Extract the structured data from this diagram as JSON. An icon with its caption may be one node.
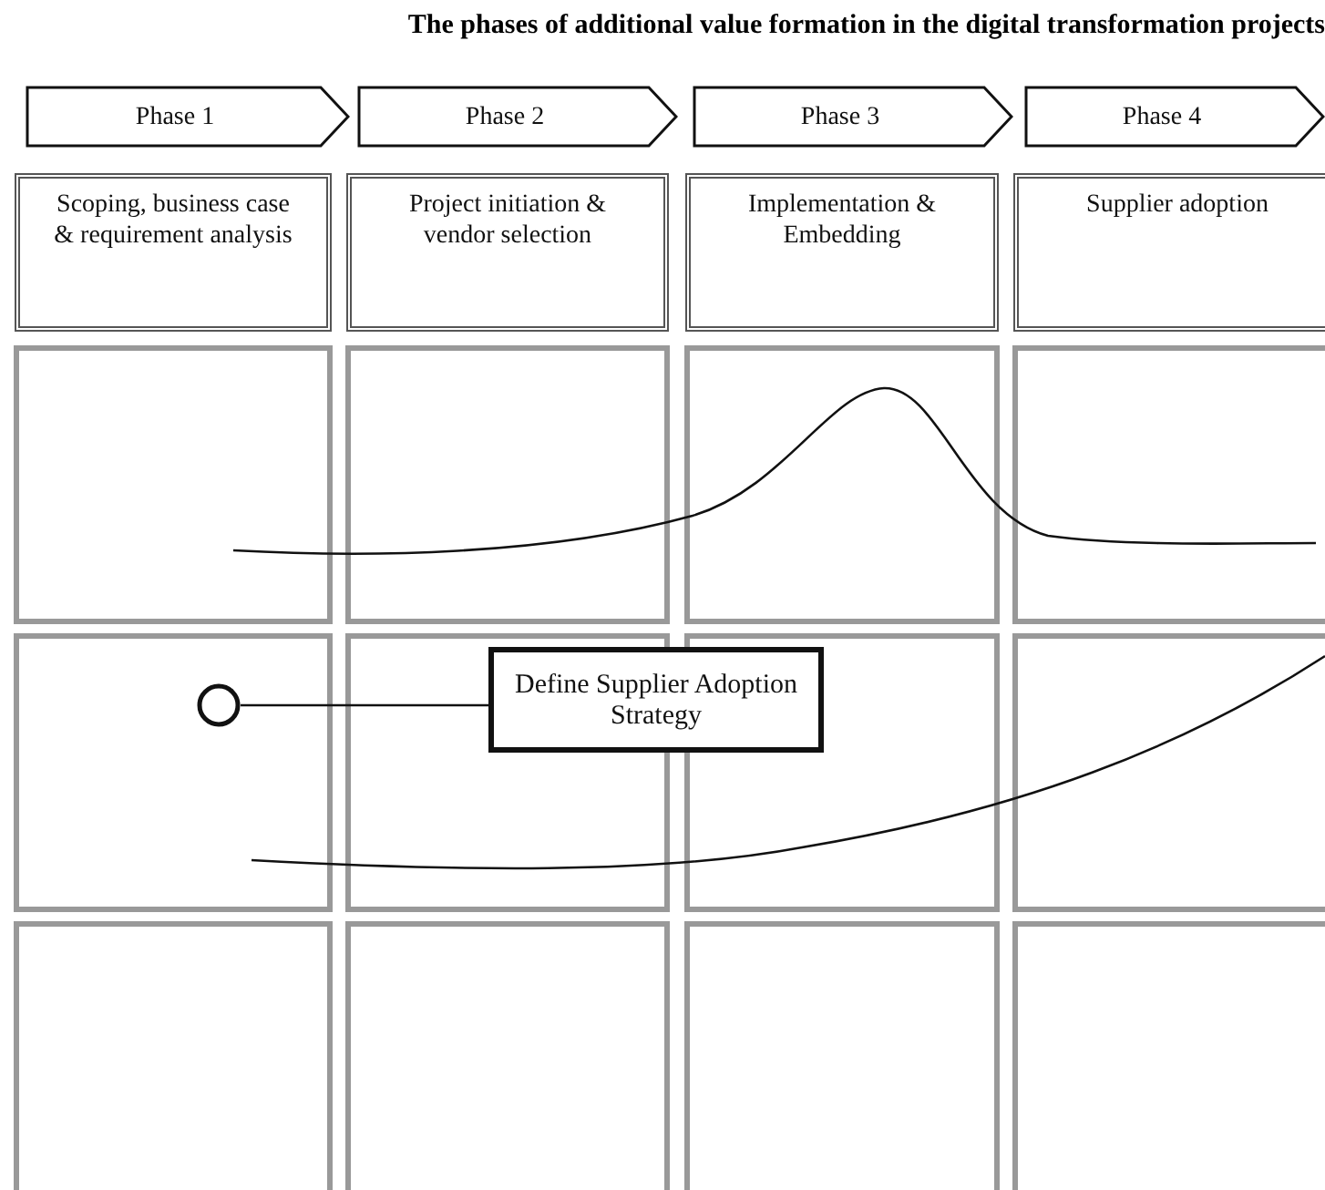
{
  "diagram": {
    "title": "The phases of additional value formation in the digital transformation projects",
    "nodes": [
      {
        "text": [
          "Phase 1"
        ]
      },
      {
        "text": [
          "Phase 2"
        ]
      },
      {
        "text": [
          "Phase 3"
        ]
      },
      {
        "text": [
          "Phase 4"
        ]
      },
      {
        "text": [
          "Scoping, business case & requirement analysis"
        ]
      },
      {
        "text": [
          "Project initiation & vendor selection"
        ]
      },
      {
        "text": [
          "Implementation & Embedding"
        ]
      },
      {
        "text": [
          "Supplier adoption"
        ]
      },
      {
        "text": [],
        "shape": "circle"
      },
      {
        "text": [
          "Define Supplier Adoption Strategy"
        ]
      }
    ],
    "edges": [
      {
        "from": 8,
        "to": 9,
        "arrow": "none"
      }
    ]
  }
}
